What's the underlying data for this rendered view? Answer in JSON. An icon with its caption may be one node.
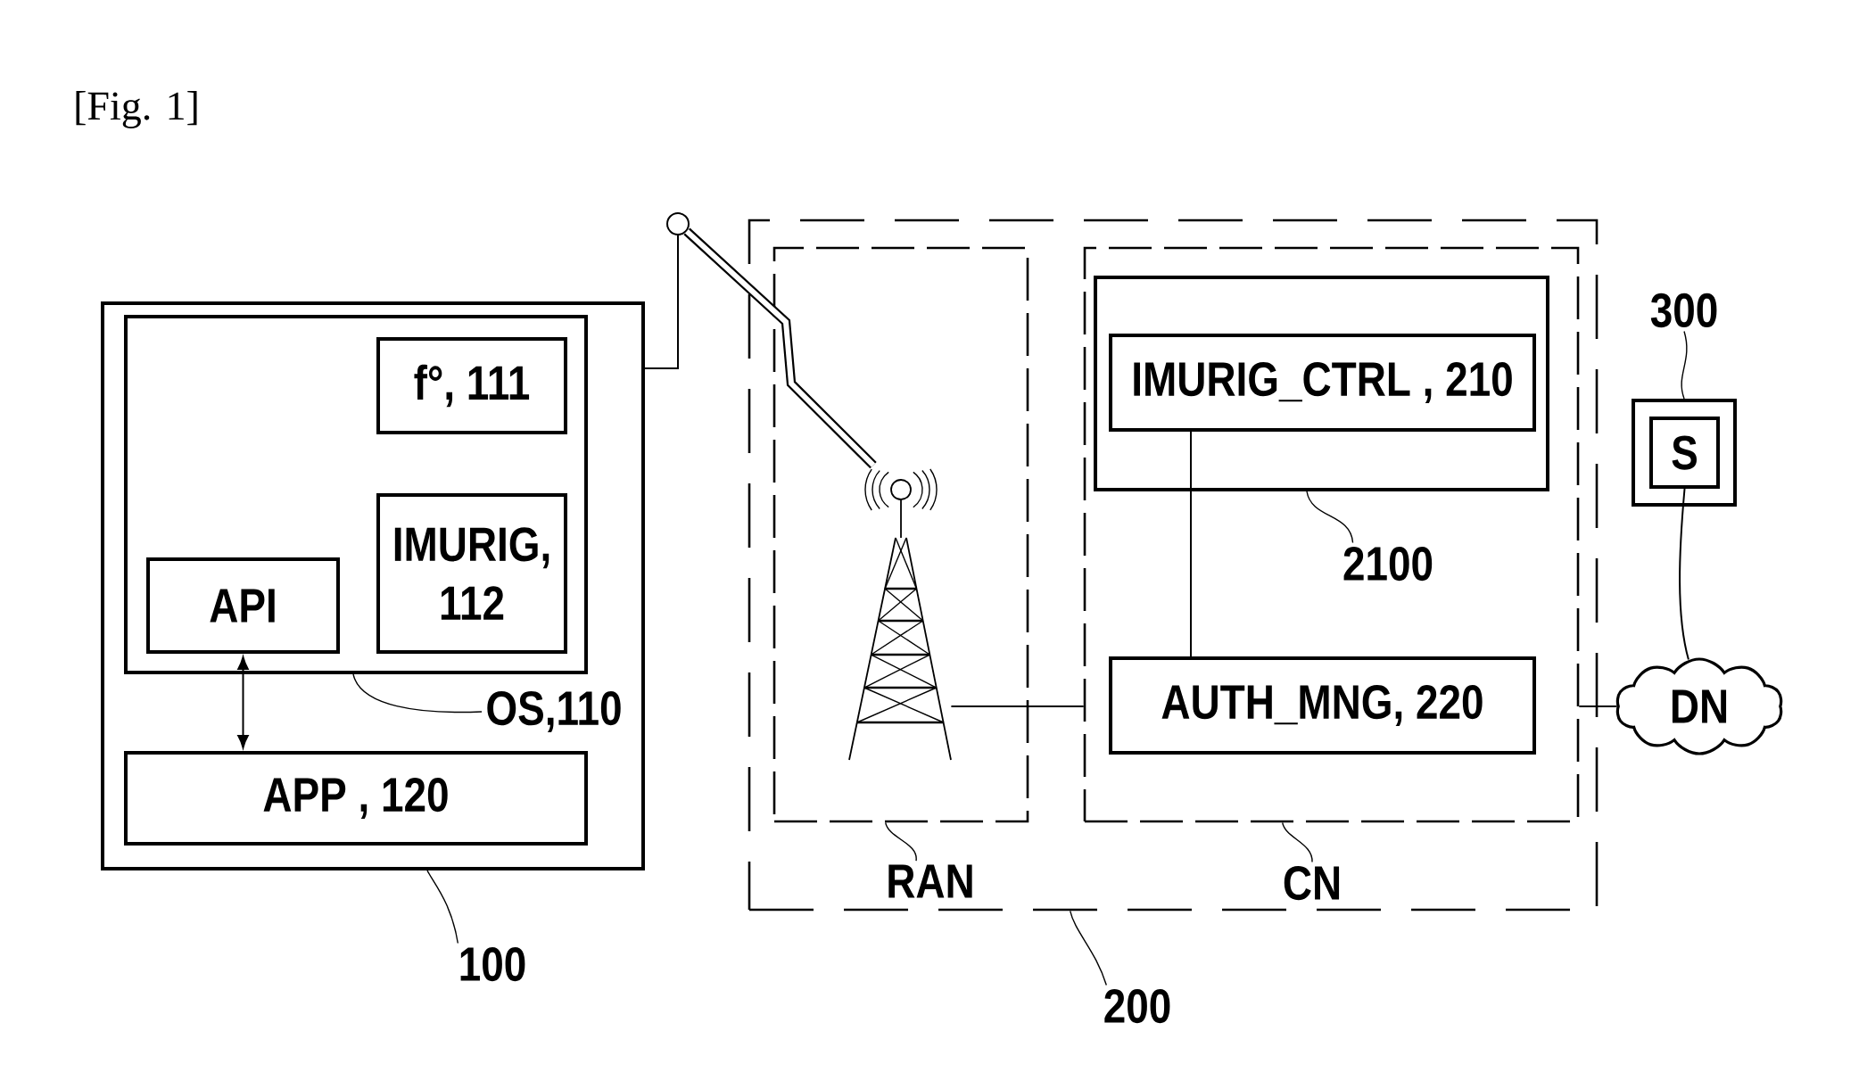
{
  "diagram": {
    "title": "[Fig. 1]",
    "nodes": [
      {
        "text": [],
        "shape": "box"
      },
      {
        "text": [],
        "shape": "box",
        "in": 0
      },
      {
        "text": [
          "f°, 111"
        ],
        "in": 1
      },
      {
        "text": [
          "IMURIG, 112"
        ],
        "in": 1
      },
      {
        "text": [
          "API"
        ],
        "in": 1
      },
      {
        "text": [
          "APP , 120"
        ],
        "in": 0
      },
      {
        "text": [
          "OS,110"
        ],
        "in": 0
      },
      {
        "text": [
          "100"
        ]
      },
      {
        "text": [],
        "shape": "circle"
      },
      {
        "text": [],
        "shape": "box"
      },
      {
        "text": [],
        "shape": "box",
        "in": 9
      },
      {
        "text": [],
        "shape": "picture",
        "in": 10
      },
      {
        "text": [],
        "shape": "box",
        "in": 9
      },
      {
        "text": [],
        "shape": "box",
        "in": 12
      },
      {
        "text": [
          "IMURIG_CTRL , 210"
        ],
        "in": 13
      },
      {
        "text": [
          "2100"
        ],
        "in": 12
      },
      {
        "text": [
          "AUTH_MNG, 220"
        ],
        "in": 12
      },
      {
        "text": [
          "RAN"
        ],
        "in": 9
      },
      {
        "text": [
          "CN"
        ],
        "in": 9
      },
      {
        "text": [
          "200"
        ]
      },
      {
        "text": [
          "300"
        ]
      },
      {
        "text": [],
        "shape": "box"
      },
      {
        "text": [
          "S"
        ],
        "in": 21
      },
      {
        "text": [
          "DN"
        ]
      }
    ],
    "edges": [
      {
        "from": 4,
        "to": 5,
        "arrow": "both"
      },
      {
        "from": 0,
        "to": 8,
        "arrow": "none"
      },
      {
        "from": 8,
        "to": 11,
        "arrow": "none",
        "style": "thick"
      },
      {
        "from": 11,
        "to": 12,
        "arrow": "none"
      },
      {
        "from": 14,
        "to": 16,
        "arrow": "none"
      },
      {
        "from": 12,
        "to": 23,
        "arrow": "none"
      },
      {
        "from": 22,
        "to": 23,
        "arrow": "none"
      },
      {
        "from": 6,
        "to": 1,
        "arrow": "none"
      },
      {
        "from": 7,
        "to": 0,
        "arrow": "none"
      },
      {
        "from": 15,
        "to": 13,
        "arrow": "none"
      },
      {
        "from": 17,
        "to": 10,
        "arrow": "none"
      },
      {
        "from": 18,
        "to": 12,
        "arrow": "none"
      },
      {
        "from": 19,
        "to": 9,
        "arrow": "none"
      },
      {
        "from": 20,
        "to": 21,
        "arrow": "none"
      }
    ]
  }
}
